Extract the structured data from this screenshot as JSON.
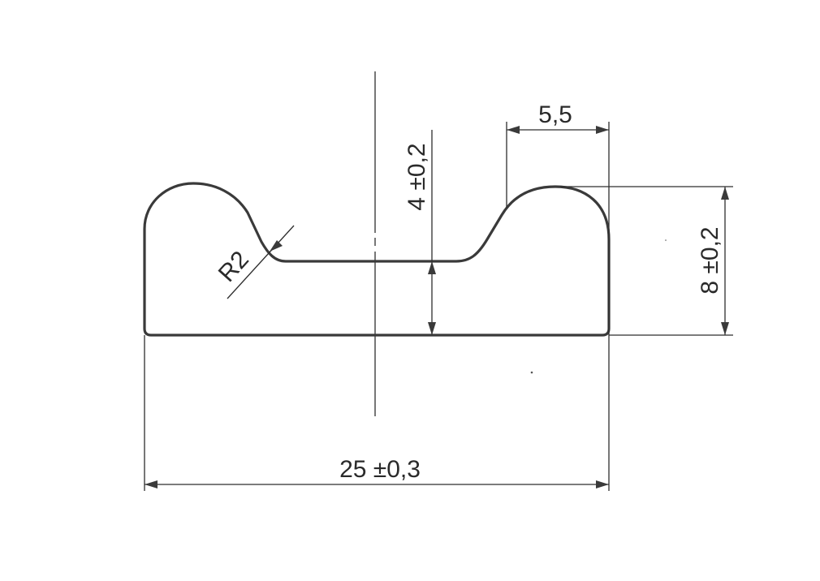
{
  "drawing": {
    "type": "technical-drawing-cross-section",
    "line_color": "#3a3a3a",
    "background": "#ffffff",
    "dimensions": {
      "overall_width": {
        "label": "25 ±0,3",
        "value": 25,
        "tolerance": "±0,3"
      },
      "overall_height": {
        "label": "8 ±0,2",
        "value": 8,
        "tolerance": "±0,2"
      },
      "groove_floor_height": {
        "label": "4 ±0,2",
        "value": 4,
        "tolerance": "±0,2"
      },
      "bump_width": {
        "label": "5,5",
        "value": 5.5
      },
      "fillet_radius": {
        "label": "R2",
        "value": 2
      }
    }
  }
}
